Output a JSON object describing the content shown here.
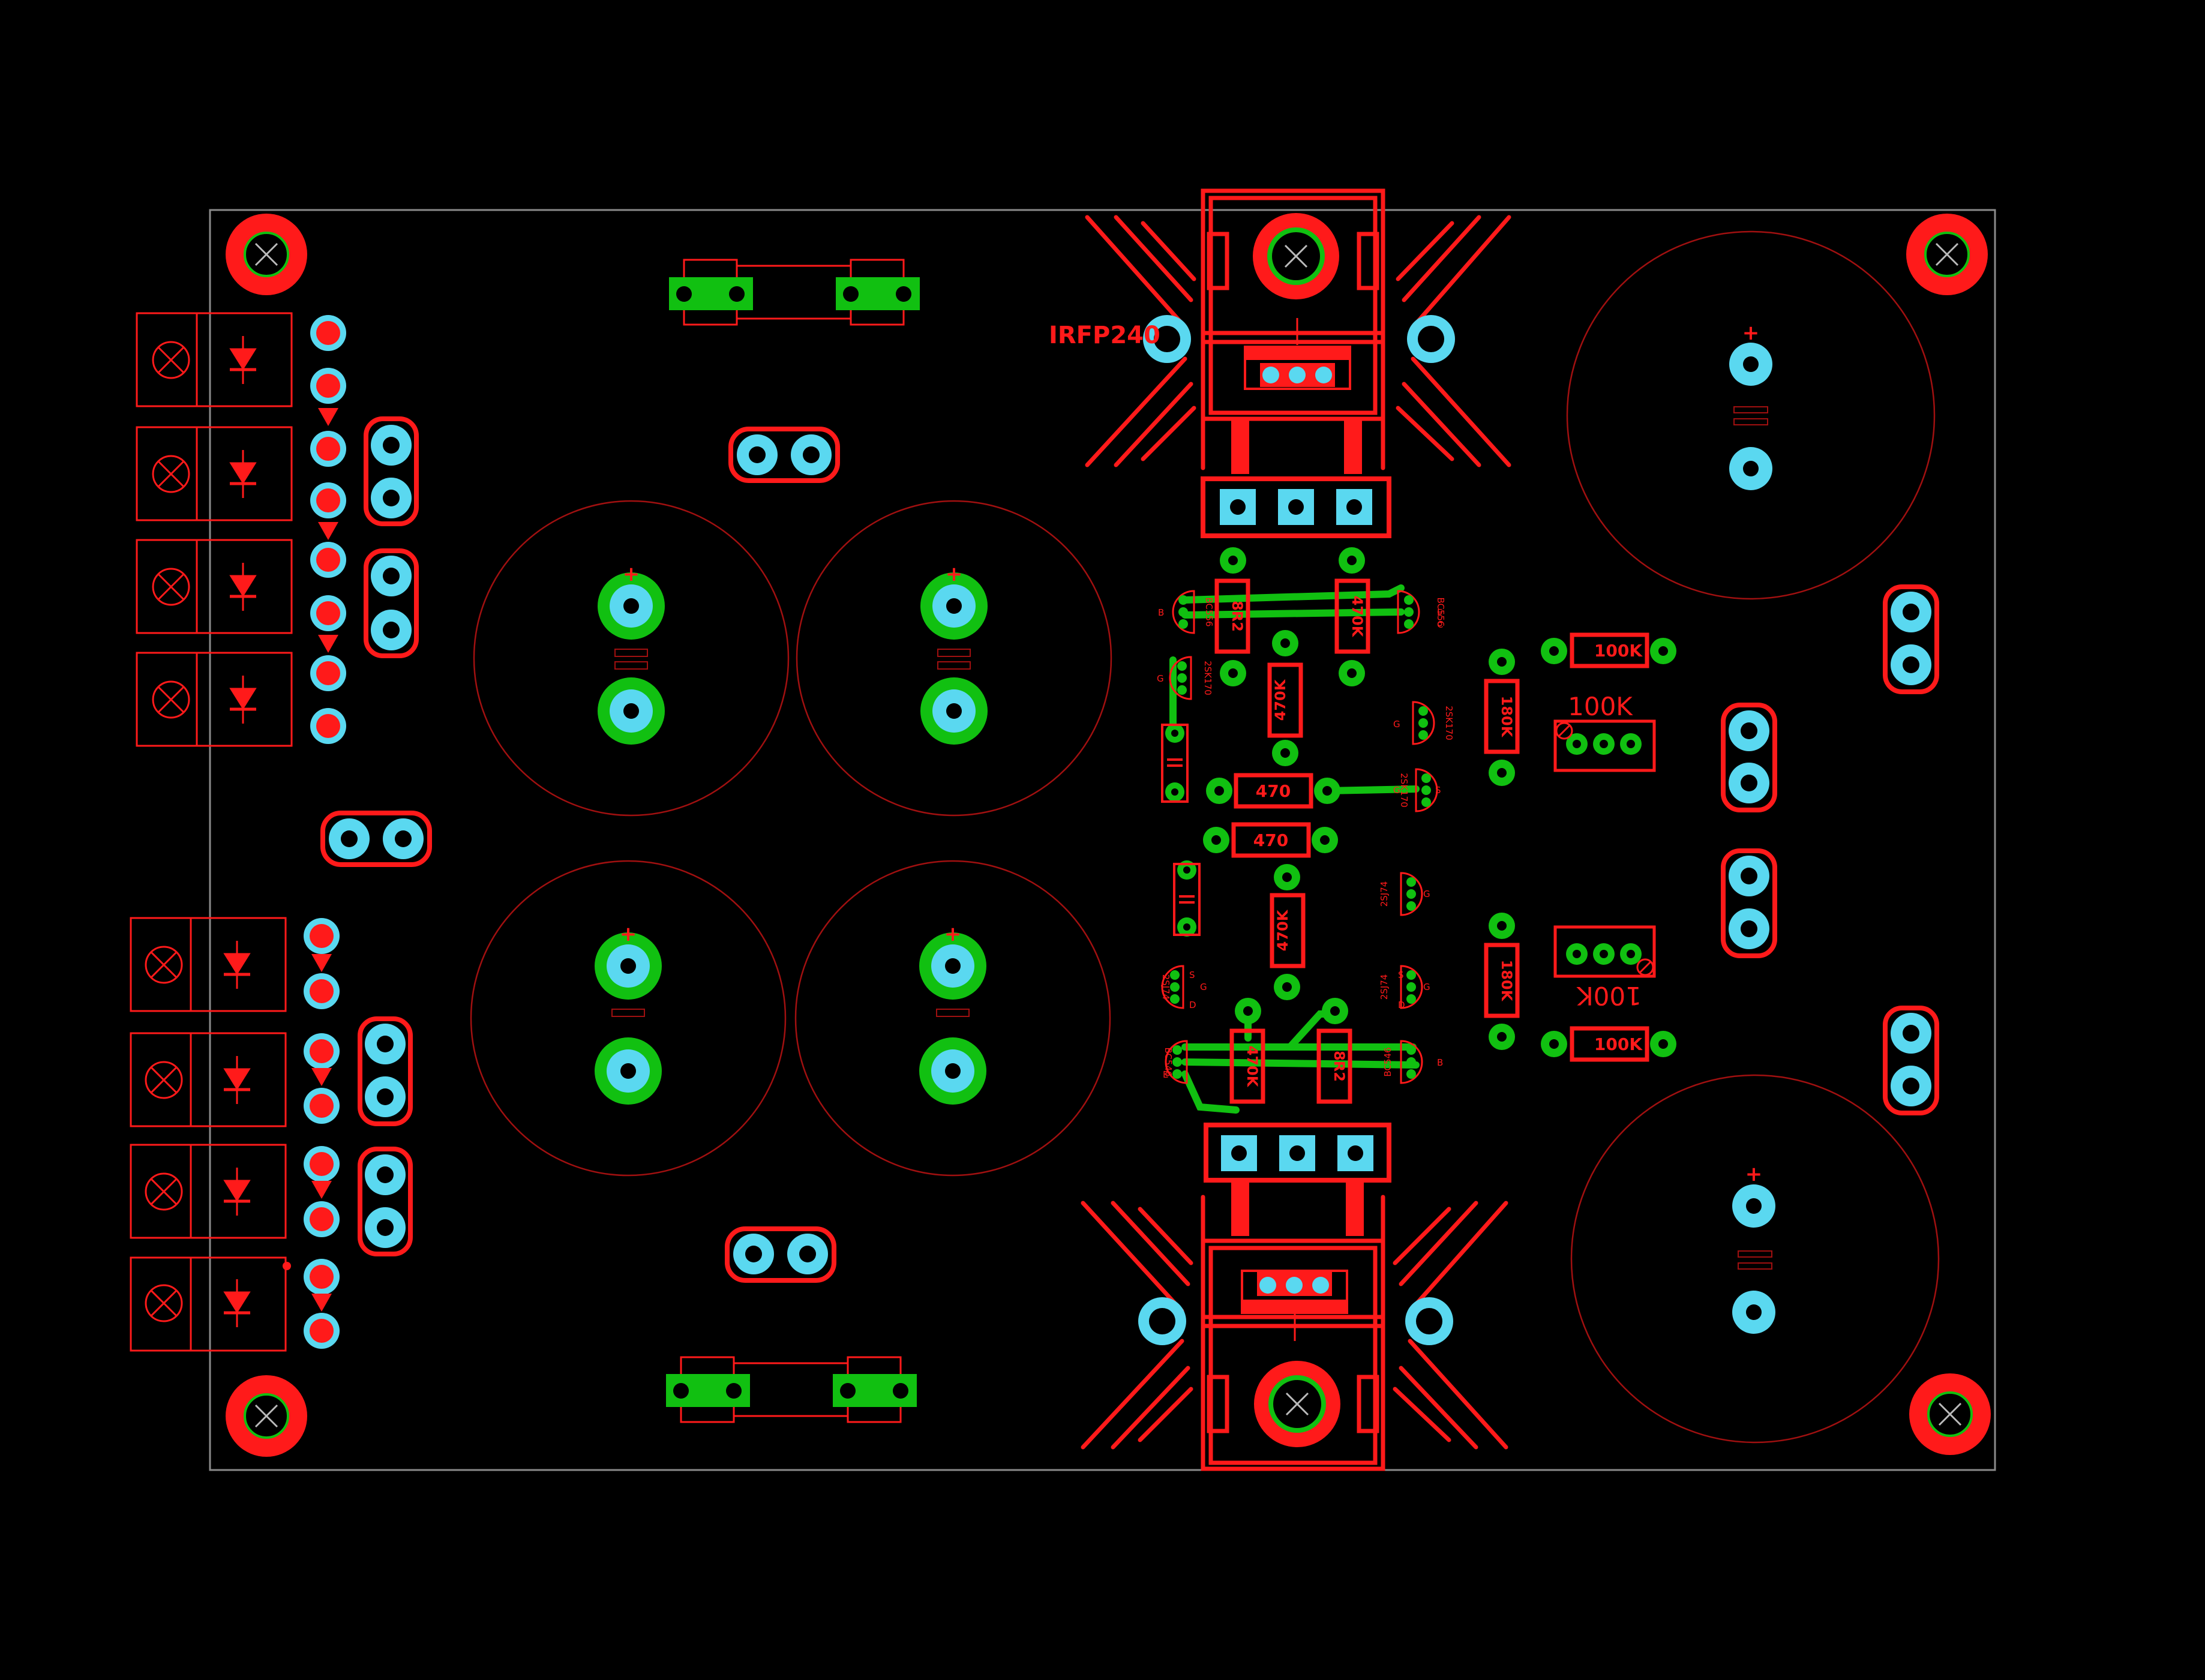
{
  "colors": {
    "background": "#000000",
    "top_copper": "#ff1a1a",
    "bottom_copper": "#11c011",
    "pad_drill": "#5ad8f0",
    "hole": "#000000",
    "outline": "#8a8a8a",
    "silk_thin": "#a01010"
  },
  "labels": {
    "mosfet": "IRFP240",
    "r_8r2_a": "8R2",
    "r_8r2_b": "8R2",
    "r_470k_a": "470K",
    "r_470k_b": "470K",
    "r_470k_c": "470K",
    "r_470k_d": "470K",
    "r_470_a": "470",
    "r_470_b": "470",
    "r_180k_a": "180K",
    "r_180k_b": "180K",
    "r_100k_a": "100K",
    "r_100k_b": "100K",
    "pot_100k_top": "100K",
    "pot_100k_bot": "100K",
    "cap_plus": "+",
    "t1": "BC556",
    "t2": "2SK170",
    "t3": "2SK170",
    "t4": "2SK170",
    "t5": "2SJ74",
    "t6": "2SJ74",
    "t7": "BC546",
    "t8": "BC546",
    "pin_b": "B",
    "pin_e": "E",
    "pin_c": "C",
    "pin_g": "G",
    "pin_s": "S",
    "pin_d": "D"
  }
}
